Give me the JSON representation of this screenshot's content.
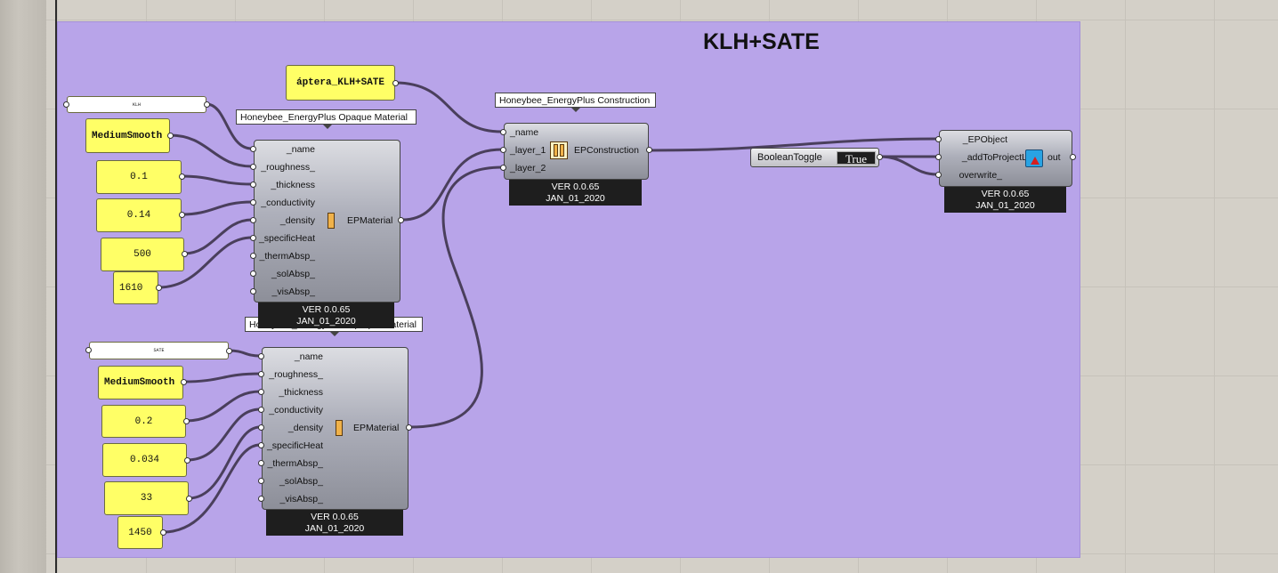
{
  "group": {
    "title": "KLH+SATE",
    "color": "#b8a4e9"
  },
  "panels": {
    "construction_name": "áptera_KLH+SATE",
    "mat1_name": "KLH",
    "mat1_roughness": "MediumSmooth",
    "mat1_thickness": "0.1",
    "mat1_conductivity": "0.14",
    "mat1_density": "500",
    "mat1_specificheat": "1610",
    "mat2_name": "SATE",
    "mat2_roughness": "MediumSmooth",
    "mat2_thickness": "0.2",
    "mat2_conductivity": "0.034",
    "mat2_density": "33",
    "mat2_specificheat": "1450"
  },
  "material1": {
    "tooltip": "Honeybee_EnergyPlus Opaque Material",
    "inputs": [
      "_name",
      "_roughness_",
      "_thickness",
      "_conductivity",
      "_density",
      "_specificHeat",
      "_thermAbsp_",
      "_solAbsp_",
      "_visAbsp_"
    ],
    "output": "EPMaterial",
    "ver": "VER 0.0.65",
    "date": "JAN_01_2020",
    "icon": "material-icon"
  },
  "material2": {
    "tooltip": "Honeybee_EnergyPlus Opaque Material",
    "inputs": [
      "_name",
      "_roughness_",
      "_thickness",
      "_conductivity",
      "_density",
      "_specificHeat",
      "_thermAbsp_",
      "_solAbsp_",
      "_visAbsp_"
    ],
    "output": "EPMaterial",
    "ver": "VER 0.0.65",
    "date": "JAN_01_2020",
    "icon": "material-icon"
  },
  "construction": {
    "tooltip": "Honeybee_EnergyPlus Construction",
    "inputs": [
      "_name",
      "_layer_1",
      "_layer_2"
    ],
    "output": "EPConstruction",
    "ver": "VER 0.0.65",
    "date": "JAN_01_2020",
    "icon": "construction-icon"
  },
  "toggle": {
    "label": "BooleanToggle",
    "value": "True"
  },
  "addlib": {
    "inputs": [
      "_EPObject",
      "_addToProjectLib",
      "overwrite_"
    ],
    "output": "out",
    "ver": "VER 0.0.65",
    "date": "JAN_01_2020",
    "icon": "add-to-library-icon"
  },
  "colors": {
    "panel": "#ffff66",
    "wire": "#4a3f5c",
    "canvas": "#d4d0c8"
  }
}
